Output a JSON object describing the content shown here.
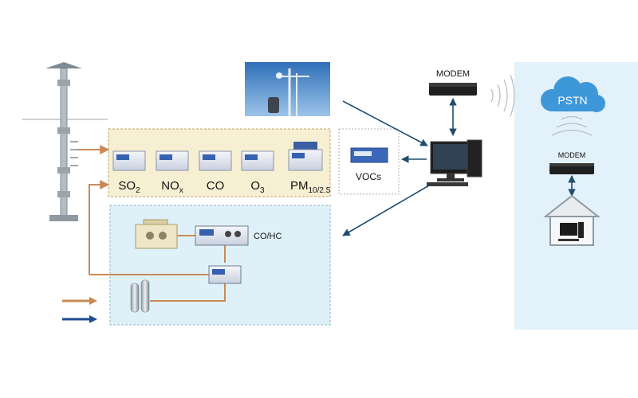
{
  "colors": {
    "analyzer_box_bg": "#f7efd2",
    "analyzer_box_border": "#b9a56a",
    "sample_box_bg": "#dff1f8",
    "sample_box_border": "#8fb6c6",
    "network_panel_bg": "#e3f1fa",
    "pstn_cloud": "#3e97d8",
    "orange_pipe": "#c98a55",
    "blue_arrow": "#1e4c8f",
    "dark_arrow": "#1f4d6e"
  },
  "analyzers": [
    {
      "main": "SO",
      "sub": "2"
    },
    {
      "main": "NO",
      "sub": "x"
    },
    {
      "main": "CO",
      "sub": ""
    },
    {
      "main": "O",
      "sub": "3"
    },
    {
      "main": "PM",
      "sub": "10/2.5"
    }
  ],
  "voc_label": "VOCs",
  "cohc_label": "CO/HC",
  "modem_top_label": "MODEM",
  "modem_right_label": "MODEM",
  "pstn_label": "PSTN"
}
